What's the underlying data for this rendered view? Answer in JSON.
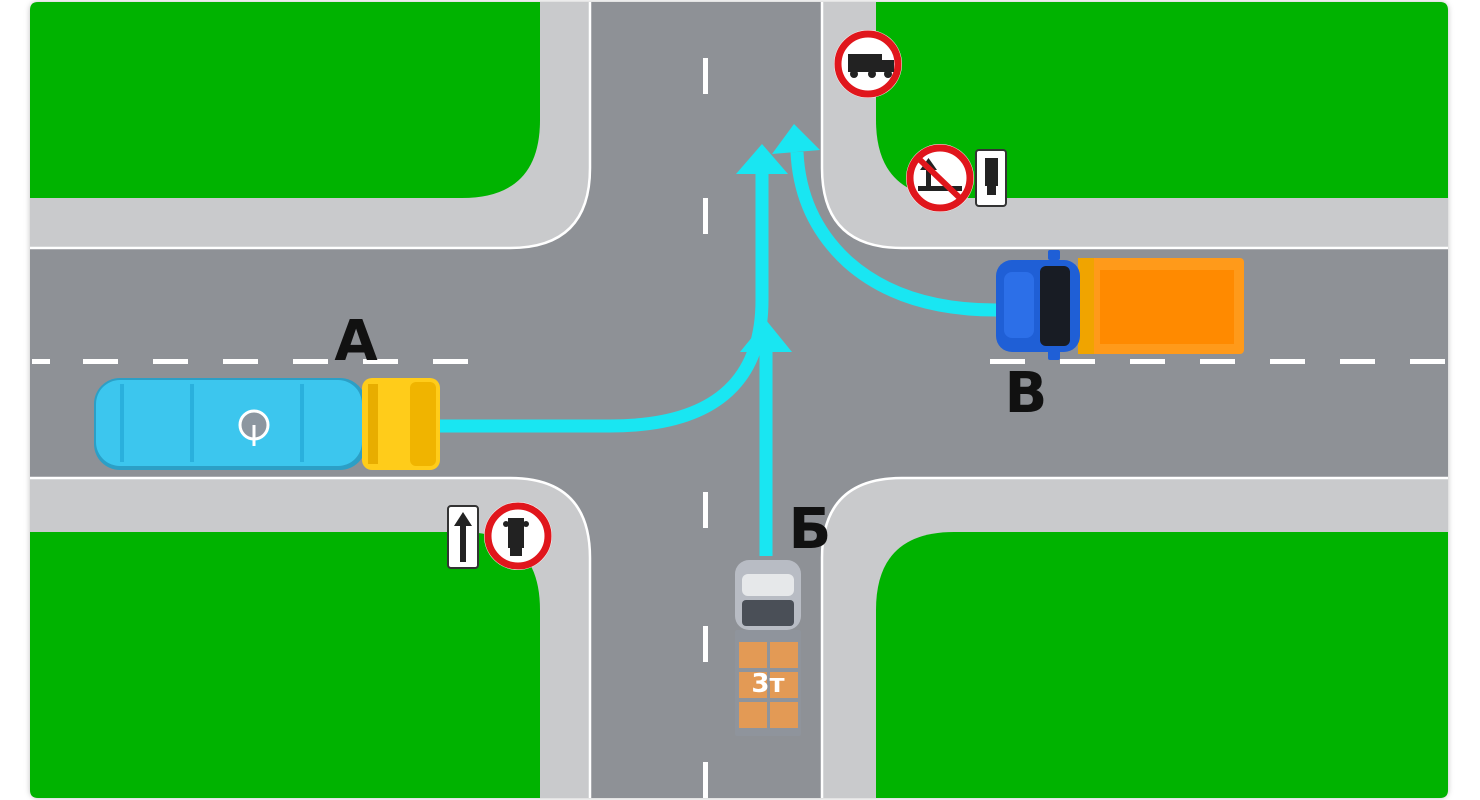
{
  "colors": {
    "grass": "#00b300",
    "road": "#8e9196",
    "sidewalk": "#c9cacc",
    "marking": "#ffffff",
    "route_arrow": "#19e6f2",
    "sign_red": "#e0161c",
    "frame_shadow": "#d9d9d9"
  },
  "vehicles": {
    "a": {
      "label": "А",
      "kind": "tanker truck",
      "tank_color": "#3cc6ee",
      "cab_color": "#ffcc1a"
    },
    "b": {
      "label": "Б",
      "kind": "cargo truck",
      "cargo_text": "3т",
      "cab_color": "#b8bcc4",
      "cargo_color": "#e39a55"
    },
    "v": {
      "label": "В",
      "kind": "dump truck",
      "cab_color": "#1f5fd6",
      "body_color": "#ff9a1a"
    }
  },
  "signs": [
    {
      "id": "no-trucks",
      "icon": "truck-icon"
    },
    {
      "id": "no-trucks-with-plate-down-arrow",
      "icon": "truck-icon"
    },
    {
      "id": "no-stopping-with-truck-plate",
      "icon": "no-stopping-icon"
    }
  ]
}
